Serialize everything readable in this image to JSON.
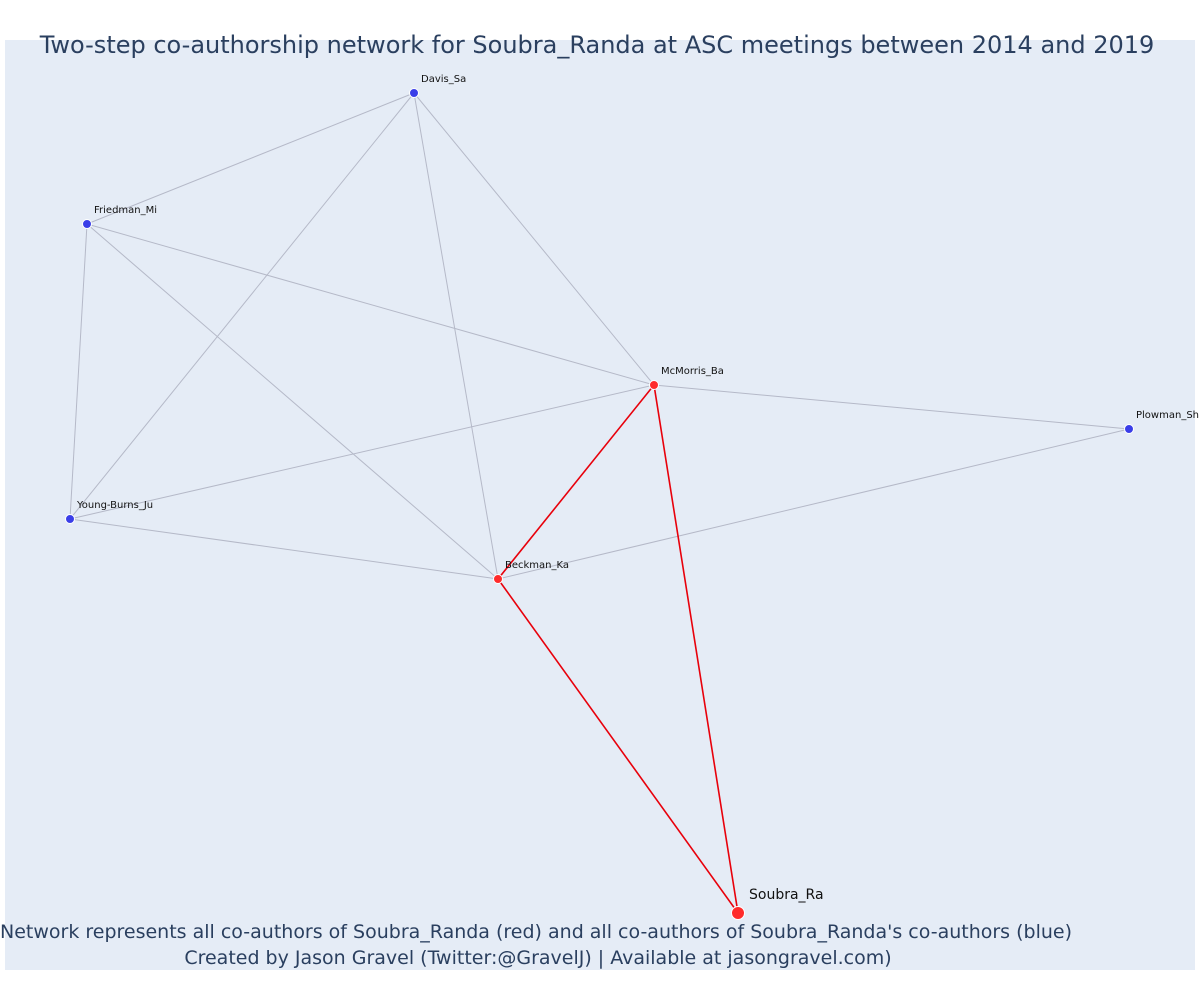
{
  "title": "Two-step co-authorship network for Soubra_Randa at ASC meetings between 2014 and 2019",
  "caption": {
    "line1": "Network represents all co-authors of Soubra_Randa (red) and all co-authors of Soubra_Randa's co-authors (blue)",
    "line2": "Created by Jason Gravel (Twitter:@GravelJ) | Available at jasongravel.com)"
  },
  "colors": {
    "background": "#e5ecf6",
    "red": "#ff2b2b",
    "red_edge": "#e8000b",
    "blue": "#3a3ee8",
    "grey_edge": "#b5b9c8",
    "text": "#2a3f5f"
  },
  "nodes": [
    {
      "id": "Davis_Sa",
      "label": "Davis_Sa",
      "group": "blue"
    },
    {
      "id": "Friedman_Mi",
      "label": "Friedman_Mi",
      "group": "blue"
    },
    {
      "id": "McMorris_Ba",
      "label": "McMorris_Ba",
      "group": "red"
    },
    {
      "id": "Plowman_Sh",
      "label": "Plowman_Sh",
      "group": "blue"
    },
    {
      "id": "Young-Burns_Ju",
      "label": "Young-Burns_Ju",
      "group": "blue"
    },
    {
      "id": "Beckman_Ka",
      "label": "Beckman_Ka",
      "group": "red"
    },
    {
      "id": "Soubra_Ra",
      "label": "Soubra_Ra",
      "group": "focal"
    }
  ],
  "edges": [
    {
      "source": "Davis_Sa",
      "target": "Friedman_Mi",
      "type": "grey"
    },
    {
      "source": "Davis_Sa",
      "target": "Young-Burns_Ju",
      "type": "grey"
    },
    {
      "source": "Davis_Sa",
      "target": "Beckman_Ka",
      "type": "grey"
    },
    {
      "source": "Davis_Sa",
      "target": "McMorris_Ba",
      "type": "grey"
    },
    {
      "source": "Friedman_Mi",
      "target": "Young-Burns_Ju",
      "type": "grey"
    },
    {
      "source": "Friedman_Mi",
      "target": "McMorris_Ba",
      "type": "grey"
    },
    {
      "source": "Friedman_Mi",
      "target": "Beckman_Ka",
      "type": "grey"
    },
    {
      "source": "Young-Burns_Ju",
      "target": "McMorris_Ba",
      "type": "grey"
    },
    {
      "source": "Young-Burns_Ju",
      "target": "Beckman_Ka",
      "type": "grey"
    },
    {
      "source": "McMorris_Ba",
      "target": "Plowman_Sh",
      "type": "grey"
    },
    {
      "source": "Beckman_Ka",
      "target": "Plowman_Sh",
      "type": "grey"
    },
    {
      "source": "McMorris_Ba",
      "target": "Beckman_Ka",
      "type": "red"
    },
    {
      "source": "Beckman_Ka",
      "target": "Soubra_Ra",
      "type": "red"
    },
    {
      "source": "McMorris_Ba",
      "target": "Soubra_Ra",
      "type": "red"
    }
  ]
}
